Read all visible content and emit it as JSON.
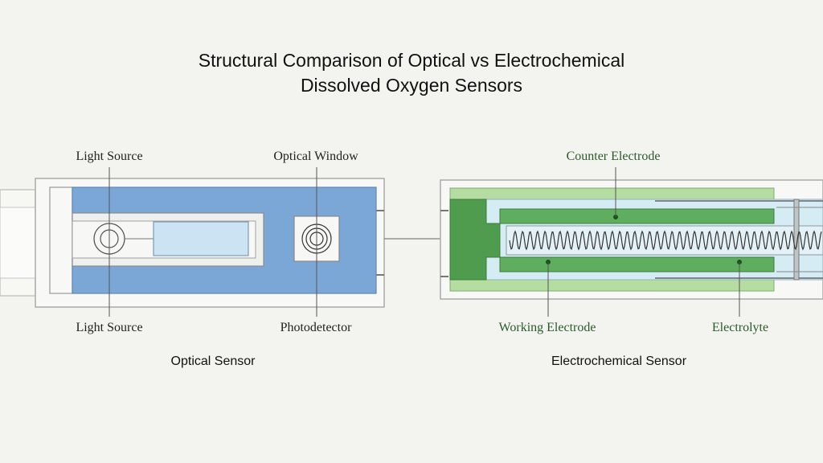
{
  "title": {
    "line1": "Structural Comparison of Optical vs Electrochemical",
    "line2": "Dissolved Oxygen Sensors"
  },
  "optical": {
    "label_top_left": "Light Source",
    "label_top_right": "Optical Window",
    "label_bottom_left": "Light Source",
    "label_bottom_right": "Photodetector",
    "caption": "Optical Sensor",
    "body_color": "#7ba7d6"
  },
  "electrochemical": {
    "label_top": "Counter Electrode",
    "label_bottom_left": "Working Electrode",
    "label_bottom_right": "Electrolyte",
    "caption": "Electrochemical Sensor",
    "electrode_color": "#5fae5f",
    "electrolyte_color": "#d6ecf5"
  }
}
